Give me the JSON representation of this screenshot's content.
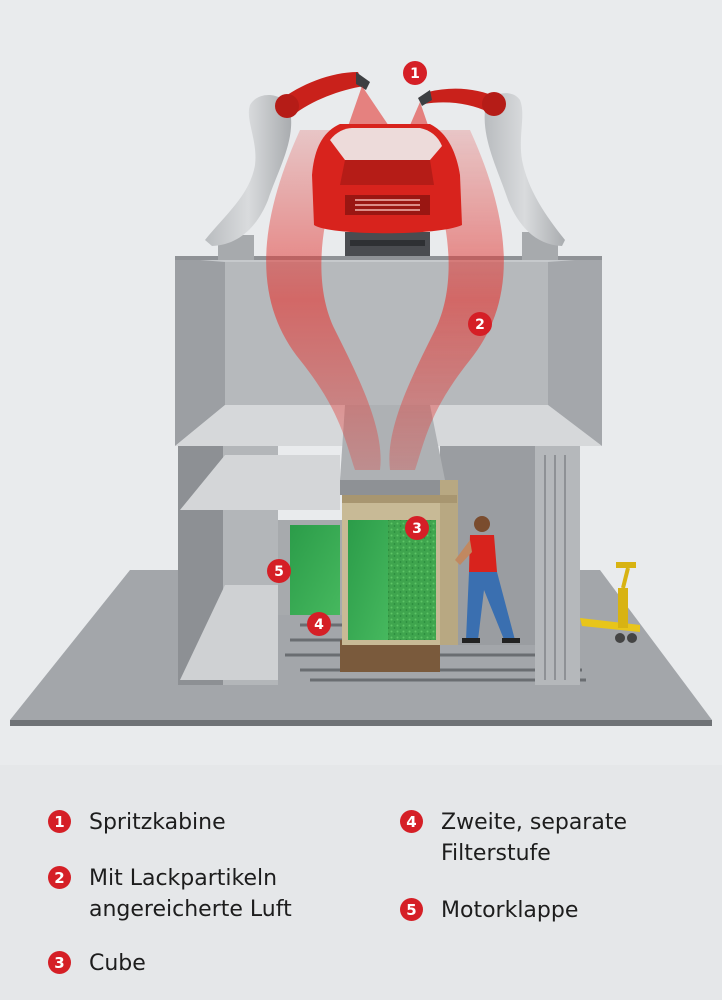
{
  "diagram": {
    "callouts": [
      {
        "number": "1",
        "name": "Spritzkabine"
      },
      {
        "number": "2",
        "name": "Mit Lackpartikeln angereicherte Luft"
      },
      {
        "number": "3",
        "name": "Cube"
      },
      {
        "number": "4",
        "name": "Zweite, separate Filterstufe"
      },
      {
        "number": "5",
        "name": "Motorklappe"
      }
    ]
  },
  "legend": {
    "items": [
      {
        "number": "1",
        "lines": [
          "Spritzkabine"
        ]
      },
      {
        "number": "2",
        "lines": [
          "Mit Lackpartikeln",
          "angereicherte Luft"
        ]
      },
      {
        "number": "3",
        "lines": [
          "Cube"
        ]
      },
      {
        "number": "4",
        "lines": [
          "Zweite, separate",
          "Filterstufe"
        ]
      },
      {
        "number": "5",
        "lines": [
          "Motorklappe"
        ]
      }
    ]
  },
  "colors": {
    "badge": "#d51f26",
    "car_body": "#d8231d",
    "spray": "#e23a36",
    "filter_green": "#2ea84f",
    "floor": "#9a9ea2",
    "booth_wall": "#c4c7ca",
    "worker_shirt": "#d8231d",
    "worker_pants": "#3a6fb0",
    "pallet_jack": "#e8c51a"
  },
  "icons": {
    "robot_arm": "industrial-robot-arm-icon",
    "car": "car-body-icon",
    "worker": "worker-figure-icon",
    "pallet_jack": "pallet-jack-icon"
  }
}
